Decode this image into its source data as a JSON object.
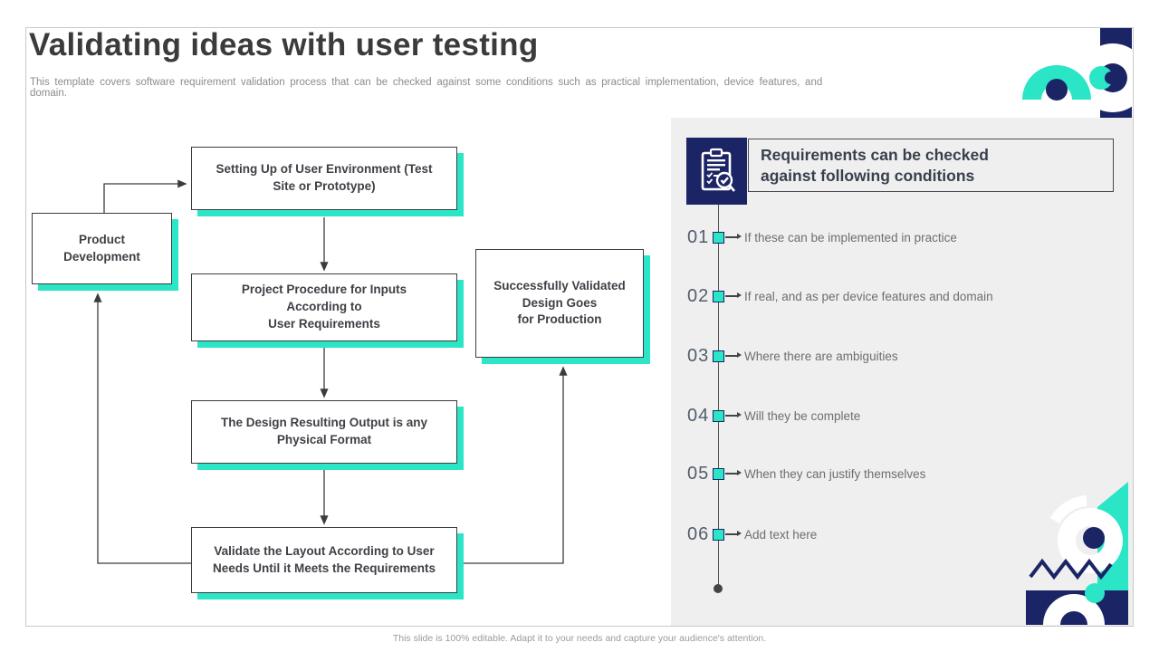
{
  "slide": {
    "title": "Validating ideas with user testing",
    "subtitle": "This template covers software requirement validation process that can be checked against some conditions such as practical implementation, device features, and domain.",
    "footer": "This slide is 100% editable. Adapt it to your needs and capture your audience's attention."
  },
  "flowchart": {
    "boxes": [
      {
        "id": "product-development",
        "label": "Product\nDevelopment"
      },
      {
        "id": "setting-up-user-environment",
        "label": "Setting Up of User Environment (Test\nSite or Prototype)"
      },
      {
        "id": "project-procedure",
        "label": "Project Procedure for Inputs\nAccording to\nUser Requirements"
      },
      {
        "id": "successfully-validated",
        "label": "Successfully Validated\nDesign Goes\nfor Production"
      },
      {
        "id": "design-output",
        "label": "The Design Resulting Output is any\nPhysical Format"
      },
      {
        "id": "validate-layout",
        "label": "Validate the Layout According to User\nNeeds Until it Meets the Requirements"
      }
    ]
  },
  "panel": {
    "header": "Requirements can be checked\nagainst following conditions",
    "header_icon": "clipboard-check-icon",
    "items": [
      {
        "number": "01",
        "text": "If these can be implemented in practice"
      },
      {
        "number": "02",
        "text": "If real, and as per device features and domain"
      },
      {
        "number": "03",
        "text": "Where there are ambiguities"
      },
      {
        "number": "04",
        "text": "Will they be complete"
      },
      {
        "number": "05",
        "text": "When they can justify themselves"
      },
      {
        "number": "06",
        "text": "Add text here"
      }
    ]
  },
  "colors": {
    "teal": "#2be5c7",
    "navy": "#1b2565",
    "panel_bg": "#efefef",
    "box_border": "#3c3c3c",
    "box_text": "#3f3f46",
    "item_text": "#6e6e6e"
  }
}
